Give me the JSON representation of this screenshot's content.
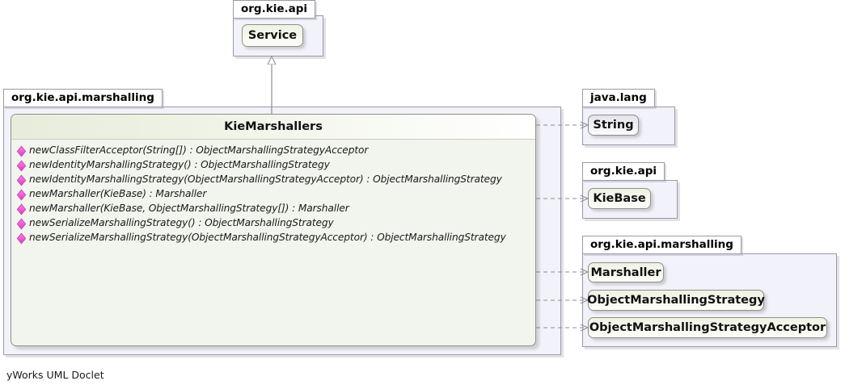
{
  "diagram": {
    "title": "KieMarshallers UML class diagram",
    "footer": "yWorks UML Doclet",
    "colors": {
      "internal_class_fill": "#eef2e3",
      "external_class_fill": "#e4e4e8",
      "package_fill": "#f2f2fa",
      "class_body_fill": "#f2f5ee",
      "static_method_icon": "#f05ad6",
      "edge_line": "#8c8c96"
    }
  },
  "packages": [
    {
      "name": "pkg-org-kie-api-top",
      "label": "org.kie.api"
    },
    {
      "name": "pkg-org-kie-api-marshalling-main",
      "label": "org.kie.api.marshalling"
    },
    {
      "name": "pkg-java-lang",
      "label": "java.lang"
    },
    {
      "name": "pkg-org-kie-api-right",
      "label": "org.kie.api"
    },
    {
      "name": "pkg-org-kie-api-marshalling-right",
      "label": "org.kie.api.marshalling"
    }
  ],
  "classes": {
    "service": {
      "label": "Service",
      "kind": "internal"
    },
    "string": {
      "label": "String",
      "kind": "external"
    },
    "kiebase": {
      "label": "KieBase",
      "kind": "internal"
    },
    "marshaller": {
      "label": "Marshaller",
      "kind": "internal"
    },
    "object_marshalling_strategy": {
      "label": "ObjectMarshallingStrategy",
      "kind": "internal"
    },
    "object_marshalling_strategy_acceptor": {
      "label": "ObjectMarshallingStrategyAcceptor",
      "kind": "internal"
    }
  },
  "main_class": {
    "name": "KieMarshallers",
    "members": [
      {
        "icon": "static-method-icon",
        "signature": "newClassFilterAcceptor(String[]) : ObjectMarshallingStrategyAcceptor"
      },
      {
        "icon": "static-method-icon",
        "signature": "newIdentityMarshallingStrategy() : ObjectMarshallingStrategy"
      },
      {
        "icon": "static-method-icon",
        "signature": "newIdentityMarshallingStrategy(ObjectMarshallingStrategyAcceptor) : ObjectMarshallingStrategy"
      },
      {
        "icon": "static-method-icon",
        "signature": "newMarshaller(KieBase) : Marshaller"
      },
      {
        "icon": "static-method-icon",
        "signature": "newMarshaller(KieBase, ObjectMarshallingStrategy[]) : Marshaller"
      },
      {
        "icon": "static-method-icon",
        "signature": "newSerializeMarshallingStrategy() : ObjectMarshallingStrategy"
      },
      {
        "icon": "static-method-icon",
        "signature": "newSerializeMarshallingStrategy(ObjectMarshallingStrategyAcceptor) : ObjectMarshallingStrategy"
      }
    ]
  },
  "relations": [
    {
      "name": "generalization-kiemarshallers-service",
      "from": "KieMarshallers",
      "to": "Service",
      "type": "generalization"
    },
    {
      "name": "dependency-kiemarshallers-string",
      "from": "KieMarshallers",
      "to": "String",
      "type": "dependency"
    },
    {
      "name": "dependency-kiemarshallers-kiebase",
      "from": "KieMarshallers",
      "to": "KieBase",
      "type": "dependency"
    },
    {
      "name": "dependency-kiemarshallers-marshaller",
      "from": "KieMarshallers",
      "to": "Marshaller",
      "type": "dependency"
    },
    {
      "name": "dependency-kiemarshallers-objectmarshallingstrategy",
      "from": "KieMarshallers",
      "to": "ObjectMarshallingStrategy",
      "type": "dependency"
    },
    {
      "name": "dependency-kiemarshallers-objectmarshallingstrategyacceptor",
      "from": "KieMarshallers",
      "to": "ObjectMarshallingStrategyAcceptor",
      "type": "dependency"
    }
  ]
}
